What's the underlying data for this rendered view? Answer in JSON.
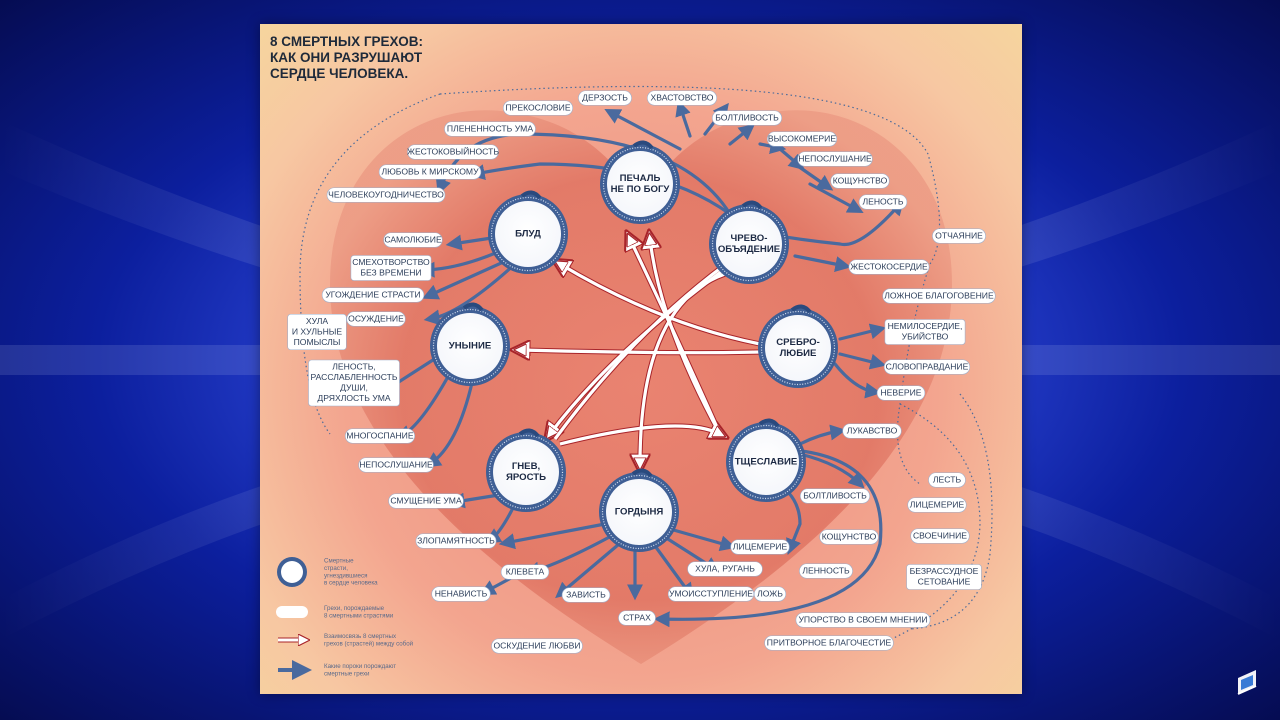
{
  "title": [
    "8 СМЕРТНЫХ ГРЕХОВ:",
    "КАК ОНИ РАЗРУШАЮТ",
    "СЕРДЦЕ ЧЕЛОВЕКА."
  ],
  "colors": {
    "ring": "#3f5f95",
    "arrow": "#4a6a9e",
    "white_arrow": "#ffffff",
    "arrow_outline": "#a8242a",
    "heart": "#e0705d"
  },
  "sins": [
    {
      "id": "pechal",
      "lines": [
        "ПЕЧАЛЬ",
        "НЕ ПО БОГУ"
      ]
    },
    {
      "id": "chrevo",
      "lines": [
        "ЧРЕВО-",
        "ОБЪЯДЕНИЕ"
      ]
    },
    {
      "id": "srebro",
      "lines": [
        "СРЕБРО-",
        "ЛЮБИЕ"
      ]
    },
    {
      "id": "tsheslavie",
      "lines": [
        "ТЩЕСЛАВИЕ"
      ]
    },
    {
      "id": "gordynya",
      "lines": [
        "ГОРДЫНЯ"
      ]
    },
    {
      "id": "gnev",
      "lines": [
        "ГНЕВ,",
        "ЯРОСТЬ"
      ]
    },
    {
      "id": "unynie",
      "lines": [
        "УНЫНИЕ"
      ]
    },
    {
      "id": "blud",
      "lines": [
        "БЛУД"
      ]
    }
  ],
  "sins_labels": [
    {
      "id": "prekoslovie",
      "lines": [
        "ПРЕКОСЛОВИЕ"
      ]
    },
    {
      "id": "derzost",
      "lines": [
        "ДЕРЗОСТЬ"
      ]
    },
    {
      "id": "hvastovstvo",
      "lines": [
        "ХВАСТОВСТВО"
      ]
    },
    {
      "id": "boltlivost1",
      "lines": [
        "БОЛТЛИВОСТЬ"
      ]
    },
    {
      "id": "vysokomerie",
      "lines": [
        "ВЫСОКОМЕРИЕ"
      ]
    },
    {
      "id": "neposlushanie1",
      "lines": [
        "НЕПОСЛУШАНИЕ"
      ]
    },
    {
      "id": "koshchunstvo1",
      "lines": [
        "КОЩУНСТВО"
      ]
    },
    {
      "id": "lenost1",
      "lines": [
        "ЛЕНОСТЬ"
      ]
    },
    {
      "id": "plenennost",
      "lines": [
        "ПЛЕНЕННОСТЬ УМА"
      ]
    },
    {
      "id": "zhestokovyinost",
      "lines": [
        "ЖЕСТОКОВЫЙНОСТЬ"
      ]
    },
    {
      "id": "lyubov",
      "lines": [
        "ЛЮБОВЬ К МИРСКОМУ"
      ]
    },
    {
      "id": "chelovekougodnichestvo",
      "lines": [
        "ЧЕЛОВЕКОУГОДНИЧЕСТВО"
      ]
    },
    {
      "id": "samolyubie",
      "lines": [
        "САМОЛЮБИЕ"
      ]
    },
    {
      "id": "smekhotvorstvo",
      "lines": [
        "СМЕХОТВОРСТВО",
        "БЕЗ ВРЕМЕНИ"
      ]
    },
    {
      "id": "ugozhdenie",
      "lines": [
        "УГОЖДЕНИЕ СТРАСТИ"
      ]
    },
    {
      "id": "osuzhdenie",
      "lines": [
        "ОСУЖДЕНИЕ"
      ]
    },
    {
      "id": "hula1",
      "lines": [
        "ХУЛА",
        "И ХУЛЬНЫЕ",
        "ПОМЫСЛЫ"
      ]
    },
    {
      "id": "lenost_rasslab",
      "lines": [
        "ЛЕНОСТЬ,",
        "РАССЛАБЛЕННОСТЬ",
        "ДУШИ,",
        "ДРЯХЛОСТЬ УМА"
      ]
    },
    {
      "id": "mnogospanie",
      "lines": [
        "МНОГОСПАНИЕ"
      ]
    },
    {
      "id": "neposlushanie2",
      "lines": [
        "НЕПОСЛУШАНИЕ"
      ]
    },
    {
      "id": "smushchenie",
      "lines": [
        "СМУЩЕНИЕ УМА"
      ]
    },
    {
      "id": "zlopamyatnost",
      "lines": [
        "ЗЛОПАМЯТНОСТЬ"
      ]
    },
    {
      "id": "kleveta",
      "lines": [
        "КЛЕВЕТА"
      ]
    },
    {
      "id": "nenavist",
      "lines": [
        "НЕНАВИСТЬ"
      ]
    },
    {
      "id": "zavist",
      "lines": [
        "ЗАВИСТЬ"
      ]
    },
    {
      "id": "strah",
      "lines": [
        "СТРАХ"
      ]
    },
    {
      "id": "osuzhdenie_lyubvi",
      "lines": [
        "ОСКУДЕНИЕ ЛЮБВИ"
      ]
    },
    {
      "id": "umoisstuplenie",
      "lines": [
        "УМОИССТУПЛЕНИЕ"
      ]
    },
    {
      "id": "hula_rugan",
      "lines": [
        "ХУЛА, РУГАНЬ"
      ]
    },
    {
      "id": "lozh",
      "lines": [
        "ЛОЖЬ"
      ]
    },
    {
      "id": "licemerie1",
      "lines": [
        "ЛИЦЕМЕРИЕ"
      ]
    },
    {
      "id": "lenost2",
      "lines": [
        "ЛЕННОСТЬ"
      ]
    },
    {
      "id": "koshchunstvo2",
      "lines": [
        "КОЩУНСТВО"
      ]
    },
    {
      "id": "boltlivost2",
      "lines": [
        "БОЛТЛИВОСТЬ"
      ]
    },
    {
      "id": "lukavstvo",
      "lines": [
        "ЛУКАВСТВО"
      ]
    },
    {
      "id": "lest",
      "lines": [
        "ЛЕСТЬ"
      ]
    },
    {
      "id": "licemerie2",
      "lines": [
        "ЛИЦЕМЕРИЕ"
      ]
    },
    {
      "id": "svoechinie",
      "lines": [
        "СВОЕЧИНИЕ"
      ]
    },
    {
      "id": "bezrassudnoe",
      "lines": [
        "БЕЗРАССУДНОЕ",
        "СЕТОВАНИЕ"
      ]
    },
    {
      "id": "uporstvo",
      "lines": [
        "УПОРСТВО В СВОЕМ МНЕНИИ"
      ]
    },
    {
      "id": "pritvornoe",
      "lines": [
        "ПРИТВОРНОЕ БЛАГОЧЕСТИЕ"
      ]
    },
    {
      "id": "otchayanie",
      "lines": [
        "ОТЧАЯНИЕ"
      ]
    },
    {
      "id": "zhestokoserdie",
      "lines": [
        "ЖЕСТОКОСЕРДИЕ"
      ]
    },
    {
      "id": "lozhnoe",
      "lines": [
        "ЛОЖНОЕ БЛАГОГОВЕНИЕ"
      ]
    },
    {
      "id": "nemiloserdie",
      "lines": [
        "НЕМИЛОСЕРДИЕ,",
        "УБИЙСТВО"
      ]
    },
    {
      "id": "slovopravdanie",
      "lines": [
        "СЛОВОПРАВДАНИЕ"
      ]
    },
    {
      "id": "neverie",
      "lines": [
        "НЕВЕРИЕ"
      ]
    }
  ],
  "legend": [
    {
      "id": "legend-passions",
      "lines": [
        "Смертные",
        "страсти,",
        "угнездившиеся",
        "в сердце человека"
      ]
    },
    {
      "id": "legend-sins",
      "lines": [
        "Грехи, порождаемые",
        "8 смертными страстями"
      ]
    },
    {
      "id": "legend-interrelation",
      "lines": [
        "Взаимосвязь 8 смертных",
        "грехов (страстей) между собой"
      ]
    },
    {
      "id": "legend-spawn",
      "lines": [
        "Какие пороки порождают",
        "смертные грехи"
      ]
    }
  ]
}
